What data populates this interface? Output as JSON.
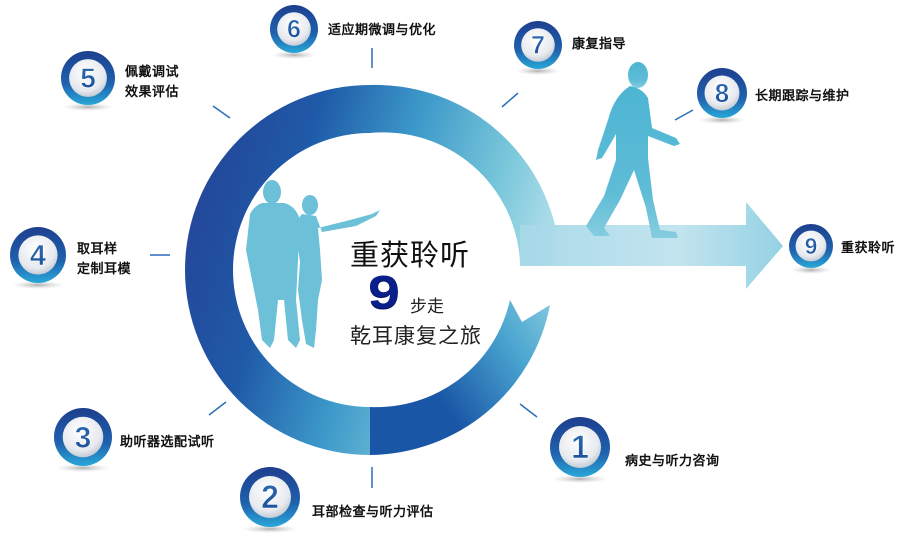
{
  "diagram": {
    "center": {
      "title": "重获聆听",
      "number": "9",
      "number_suffix": "步走",
      "subtitle": "乾耳康复之旅"
    },
    "steps": [
      {
        "number": "1",
        "lines": [
          "病史与听力咨询"
        ]
      },
      {
        "number": "2",
        "lines": [
          "耳部检查与听力评估"
        ]
      },
      {
        "number": "3",
        "lines": [
          "助听器选配试听"
        ]
      },
      {
        "number": "4",
        "lines": [
          "取耳样",
          "定制耳模"
        ]
      },
      {
        "number": "5",
        "lines": [
          "佩戴调试",
          "效果评估"
        ]
      },
      {
        "number": "6",
        "lines": [
          "适应期微调与优化"
        ]
      },
      {
        "number": "7",
        "lines": [
          "康复指导"
        ]
      },
      {
        "number": "8",
        "lines": [
          "长期跟踪与维护"
        ]
      },
      {
        "number": "9",
        "lines": [
          "重获聆听"
        ]
      }
    ],
    "icons": {
      "couple": "couple-silhouette-icon",
      "walker": "walking-man-silhouette-icon",
      "arrow": "right-arrow-icon"
    },
    "colors": {
      "ring_dark": "#263f93",
      "ring_mid": "#1b72b8",
      "ring_light": "#74c3d8",
      "silhouette": "#6cc0d8",
      "badge_blue": "#1f4f9c",
      "tick": "#2a6fb5"
    }
  }
}
